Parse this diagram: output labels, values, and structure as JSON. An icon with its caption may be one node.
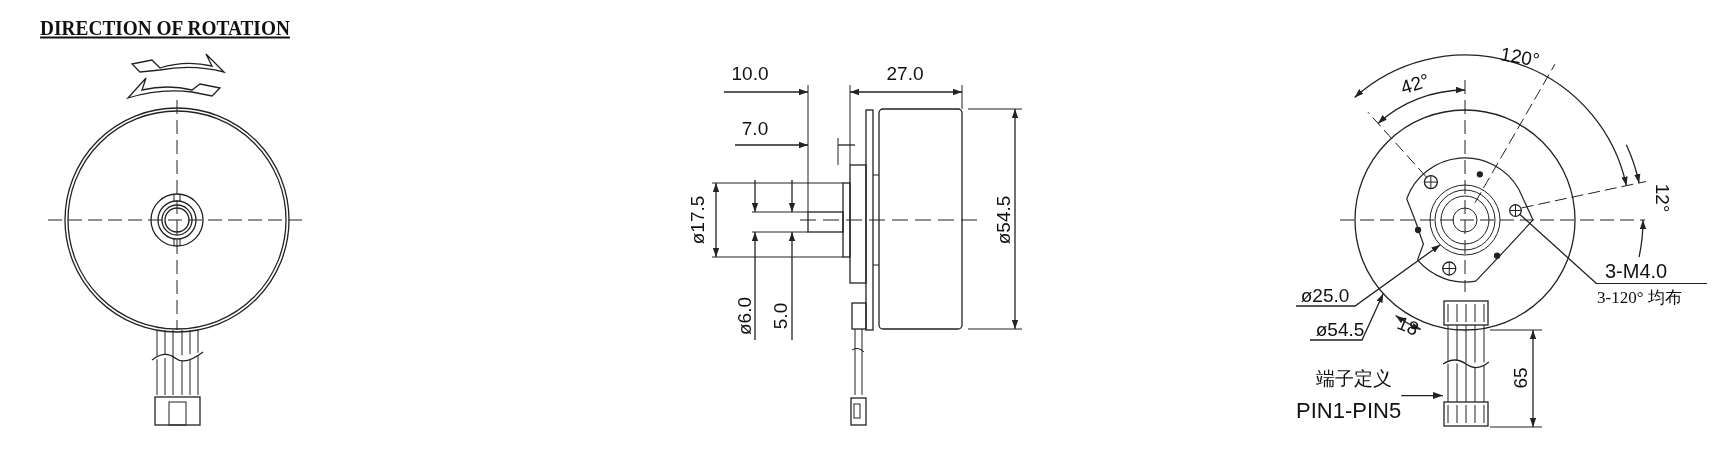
{
  "diagram": {
    "nodes": [
      {
        "text": [
          "3-M4.0",
          "3-120° 均布"
        ]
      },
      {
        "text": [],
        "shape": "circle"
      },
      {
        "text": [
          "端子定义",
          "PIN1-PIN5"
        ]
      },
      {
        "text": [],
        "shape": "picture"
      }
    ],
    "edges": [
      {
        "from": 0,
        "to": 1,
        "arrow": "none"
      },
      {
        "from": 2,
        "to": 3,
        "arrow": "to"
      }
    ],
    "labels": [
      "DIRECTION OF ROTATION",
      "10.0",
      "27.0",
      "7.0",
      "ø17.5",
      "ø54.5",
      "ø6.0",
      "5.0",
      "120°",
      "42°",
      "12°",
      "ø25.0",
      "ø54.5",
      "18",
      "65"
    ]
  }
}
